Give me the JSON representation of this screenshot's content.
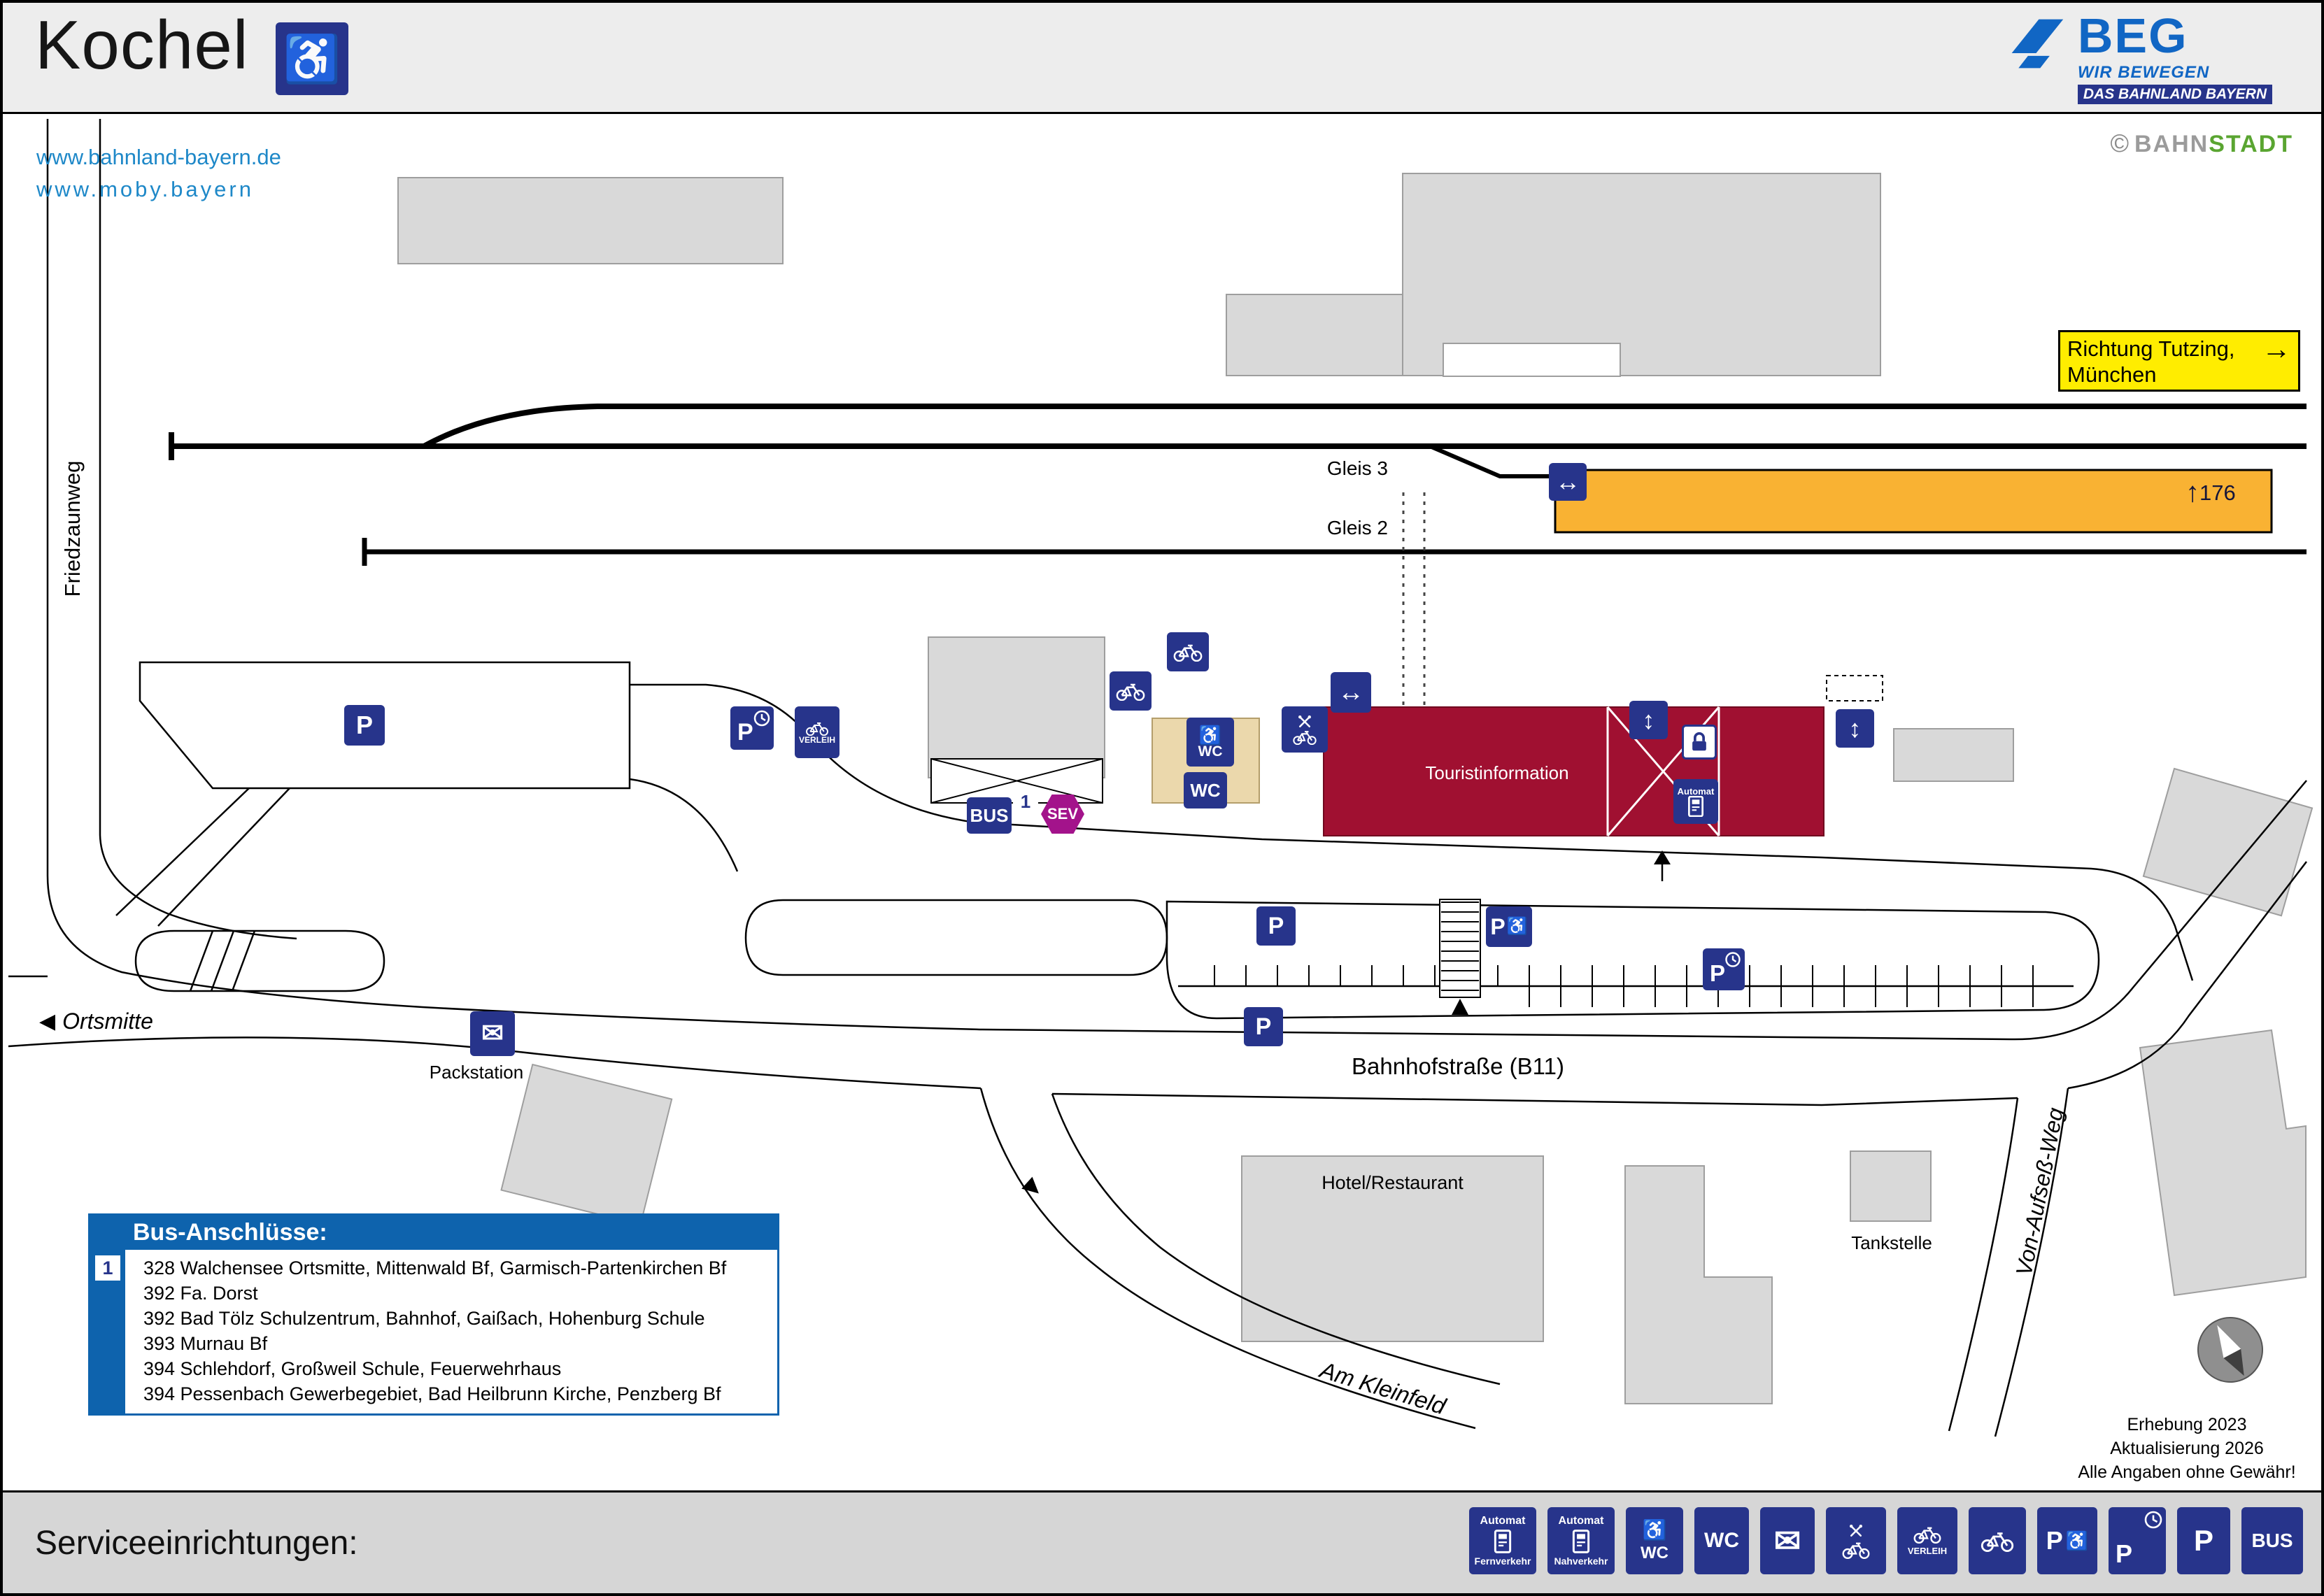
{
  "header": {
    "title": "Kochel",
    "links": [
      "www.bahnland-bayern.de",
      "www.moby.bayern"
    ],
    "beg": {
      "name": "BEG",
      "tagline1": "WIR BEWEGEN",
      "tagline2": "DAS BAHNLAND BAYERN"
    },
    "bahnstadt": {
      "copyright": "©",
      "part_gray": "BAHN",
      "part_green": "STADT"
    }
  },
  "map": {
    "tracks": {
      "gleis3": "Gleis 3",
      "gleis2": "Gleis 2"
    },
    "platform_length": "176",
    "direction_box": {
      "line1": "Richtung Tutzing,",
      "line2": "München"
    },
    "streets": {
      "friedzaunweg": "Friedzaunweg",
      "ortsmitte": "Ortsmitte",
      "bahnhofstrasse": "Bahnhofstraße (B11)",
      "am_kleinfeld": "Am Kleinfeld",
      "von_aufsess_weg": "Von-Aufseß-Weg"
    },
    "places": {
      "touristinformation": "Touristinformation",
      "hotel": "Hotel/Restaurant",
      "tankstelle": "Tankstelle",
      "packstation": "Packstation"
    },
    "notes": [
      "Erhebung 2023",
      "Aktualisierung 2026",
      "Alle Angaben ohne Gewähr!"
    ]
  },
  "labels": {
    "p": "P",
    "wc": "WC",
    "bus": "BUS",
    "sev": "SEV",
    "automat": "Automat",
    "verleih": "VERLEIH",
    "stop_number": "1"
  },
  "icons": {
    "wheelchair": "♿",
    "arrow_left_right": "↔",
    "arrow_up_down": "↕",
    "arrow_up": "↑",
    "arrow_right": "→",
    "triangle_left": "◀",
    "triangle_up": "▲",
    "envelope": "✉",
    "one_way_arrow": "▶"
  },
  "bus_box": {
    "title": "Bus-Anschlüsse:",
    "stop_number": "1",
    "lines": [
      "328 Walchensee Ortsmitte, Mittenwald Bf, Garmisch-Partenkirchen Bf",
      "392 Fa. Dorst",
      "392 Bad Tölz Schulzentrum, Bahnhof, Gaißach, Hohenburg Schule",
      "393 Murnau Bf",
      "394 Schlehdorf, Großweil Schule, Feuerwehrhaus",
      "394 Pessenbach Gewerbegebiet, Bad Heilbrunn Kirche, Penzberg Bf"
    ]
  },
  "footer": {
    "title": "Serviceeinrichtungen:",
    "legend": {
      "automat_fern": {
        "top": "Automat",
        "bottom": "Fernverkehr"
      },
      "automat_nah": {
        "top": "Automat",
        "bottom": "Nahverkehr"
      },
      "wc": "WC",
      "verleih": "VERLEIH",
      "p": "P",
      "bus": "BUS"
    }
  },
  "colors": {
    "navy": "#27348B",
    "blue": "#0E63AD",
    "red": "#A01031",
    "orange": "#F9B233",
    "yellow": "#FFED00",
    "purple": "#A3138B",
    "link_blue": "#1E88C8",
    "bahnstadt_green": "#5AA531"
  }
}
